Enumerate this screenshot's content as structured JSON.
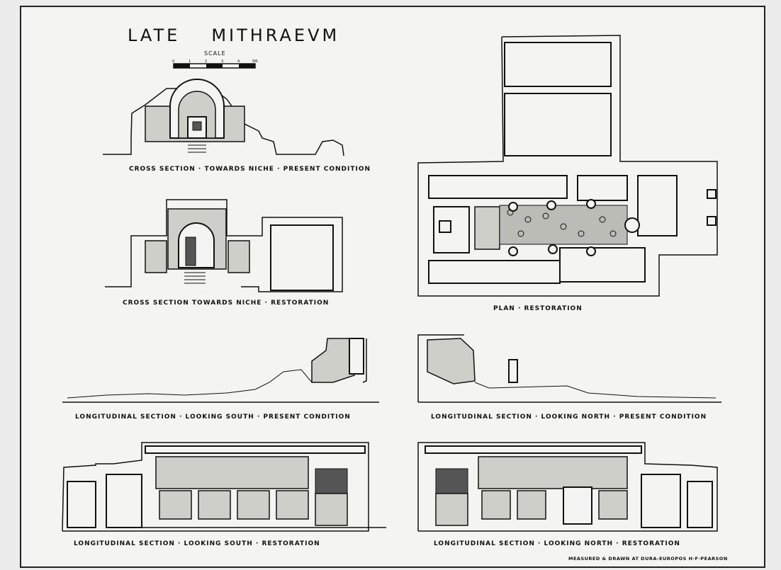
{
  "sheet": {
    "title_word1": "LATE",
    "title_word2": "MITHRAEVM",
    "scale_label": "SCALE",
    "scale_ticks": [
      "0",
      "1",
      "2",
      "3",
      "4",
      "5M."
    ]
  },
  "captions": {
    "cross_present": "CROSS SECTION · TOWARDS NICHE · PRESENT CONDITION",
    "cross_restoration": "CROSS SECTION TOWARDS NICHE · RESTORATION",
    "plan": "PLAN · RESTORATION",
    "long_south_present": "LONGITUDINAL SECTION · LOOKING SOUTH · PRESENT CONDITION",
    "long_north_present": "LONGITUDINAL SECTION · LOOKING NORTH · PRESENT CONDITION",
    "long_south_restoration": "LONGITUDINAL SECTION · LOOKING SOUTH · RESTORATION",
    "long_north_restoration": "LONGITUDINAL SECTION · LOOKING NORTH · RESTORATION"
  },
  "credit": {
    "measured": "MEASURED & DRAWN AT DURA-EUROPOS",
    "author": "H·F·PEARSON"
  },
  "colors": {
    "ink": "#111111",
    "paper": "#f4f4f2",
    "hatch": "#cfcfca"
  }
}
